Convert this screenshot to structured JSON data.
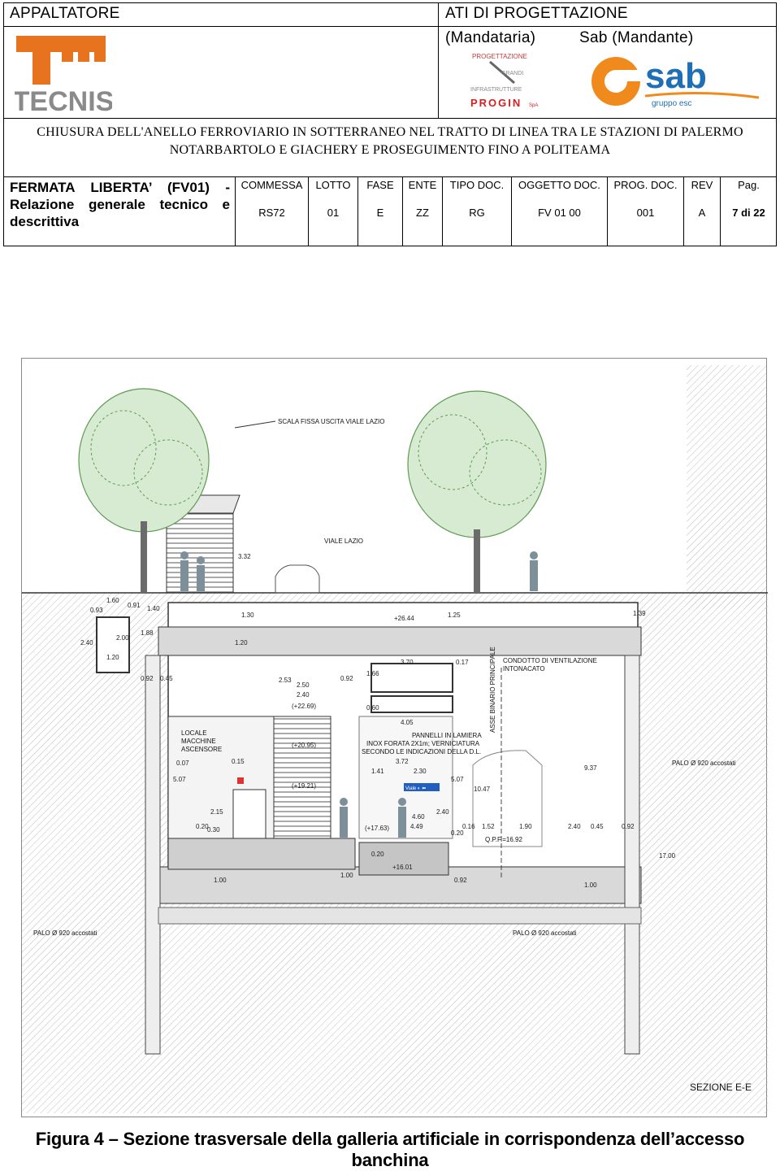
{
  "header": {
    "appaltatore_label": "APPALTATORE",
    "ati_label": "ATI DI PROGETTAZIONE",
    "mandataria_label": "(Mandataria)",
    "mandante_label": "Sab (Mandante)",
    "tecnis_logo_text": "TECNIS",
    "progin_logo": {
      "line1": "PROGETTAZIONE",
      "line2": "GRANDI",
      "line3": "INFRASTRUTTURE",
      "line4": "PROGIN",
      "suffix": "SpA"
    },
    "sab_logo": {
      "name": "sab",
      "sub": "gruppo esc"
    },
    "project_title_line1": "CHIUSURA DELL'ANELLO FERROVIARIO IN SOTTERRANEO NEL TRATTO DI LINEA TRA LE STAZIONI DI PALERMO",
    "project_title_line2": "NOTARBARTOLO E GIACHERY E PROSEGUIMENTO FINO A POLITEAMA",
    "doc_title": "FERMATA LIBERTA’ (FV01) - Relazione generale tecnico e descrittiva",
    "columns": [
      {
        "label": "COMMESSA",
        "value": "RS72"
      },
      {
        "label": "LOTTO",
        "value": "01"
      },
      {
        "label": "FASE",
        "value": "E"
      },
      {
        "label": "ENTE",
        "value": "ZZ"
      },
      {
        "label": "TIPO DOC.",
        "value": "RG"
      },
      {
        "label": "OGGETTO DOC.",
        "value": "FV 01 00"
      },
      {
        "label": "PROG. DOC.",
        "value": "001"
      },
      {
        "label": "REV",
        "value": "A"
      }
    ],
    "page_label": "Pag.",
    "page_value": "7 di 22"
  },
  "drawing": {
    "labels": {
      "scala": "SCALA FISSA USCITA VIALE LAZIO",
      "viale": "VIALE LAZIO",
      "condotto": "CONDOTTO DI VENTILAZIONE",
      "intonacato": "INTONACATO",
      "asse": "ASSE BINARIO PRINCIPALE",
      "locale1": "LOCALE",
      "locale2": "MACCHINE",
      "locale3": "ASCENSORE",
      "pannelli1": "PANNELLI IN LAMIERA",
      "pannelli2": "INOX FORATA 2X1m; VERNICIATURA",
      "pannelli3": "SECONDO LE INDICAZIONI DELLA D.L.",
      "palo_right": "PALO Ø 920 accostati",
      "palo_left": "PALO Ø 920 accostati",
      "palo_mid": "PALO Ø 920 accostati",
      "sezione": "SEZIONE  E-E",
      "qpf": "Q.P.F.=16.92",
      "sign": "Viale ◐ ⬅"
    },
    "levels": [
      "+26.44",
      "(+22.69)",
      "(+20.95)",
      "(+19.21)",
      "(+17.63)",
      "+16.01"
    ],
    "dims": [
      "1.60",
      "0.93",
      "0.91",
      "1.40",
      "1.30",
      "1.25",
      "1.39",
      "1.20",
      "2.40",
      "2.00",
      "1.88",
      "1.20",
      "0.92",
      "0.45",
      "3.32",
      "2.53",
      "2.50",
      "2.40",
      "0.92",
      "1.66",
      "3.70",
      "0.17",
      "0.60",
      "4.05",
      "3.72",
      "1.41",
      "2.30",
      "5.07",
      "10.47",
      "9.37",
      "5.07",
      "0.07",
      "0.15",
      "2.15",
      "0.20",
      "0.30",
      "4.60",
      "4.49",
      "2.40",
      "0.20",
      "0.16",
      "1.52",
      "1.90",
      "2.40",
      "0.45",
      "0.92",
      "17.00",
      "1.00",
      "1.00",
      "0.20",
      "0.92",
      "1.00"
    ]
  },
  "caption": "Figura 4 – Sezione trasversale della galleria artificiale in corrispondenza dell’accesso banchina",
  "colors": {
    "tecnis_orange": "#e8731e",
    "tecnis_grey": "#8a8a8a",
    "sab_orange": "#f08a1c",
    "sab_blue": "#1f6fb6",
    "progin_red": "#d32020",
    "tree_green": "#5f9a52"
  }
}
